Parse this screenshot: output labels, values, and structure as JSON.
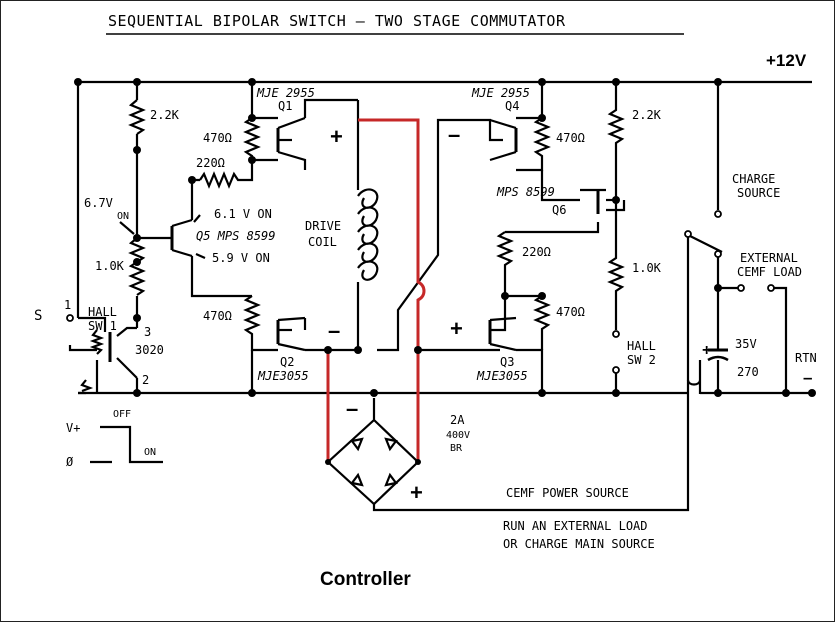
{
  "title": "SEQUENTIAL BIPOLAR SWITCH – TWO STAGE COMMUTATOR",
  "caption": "Controller",
  "supply": {
    "positive": "+12V",
    "return": "RTN"
  },
  "transistors": {
    "q1_part": "MJE 2955",
    "q1_ref": "Q1",
    "q4_part": "MJE 2955",
    "q4_ref": "Q4",
    "q2_part": "MJE3055",
    "q2_ref": "Q2",
    "q3_part": "MJE3055",
    "q3_ref": "Q3",
    "q5_label": "Q5 MPS 8599",
    "q6_part": "MPS 8599",
    "q6_ref": "Q6"
  },
  "resistors": {
    "r_top_left": "2.2K",
    "r_mid_left": "1.0K",
    "r_q1_be": "470Ω",
    "r_q1_base": "220Ω",
    "r_q2_be": "470Ω",
    "r_top_right": "2.2K",
    "r_mid_right": "1.0K",
    "r_q4_be": "470Ω",
    "r_q3_base": "220Ω",
    "r_q3_be": "470Ω"
  },
  "voltages": {
    "v_67": "6.7V",
    "v_on": "ON",
    "v_61": "6.1 V ON",
    "v_59": "5.9 V ON"
  },
  "coil": {
    "line1": "DRIVE",
    "line2": "COIL"
  },
  "hall1": {
    "line1": "HALL",
    "line2": "SW 1",
    "part": "3020",
    "pin1": "1",
    "pin2": "2",
    "pin3": "3",
    "s_label": "S"
  },
  "hall2": {
    "line1": "HALL",
    "line2": "SW 2"
  },
  "bridge": {
    "line1": "2A",
    "line2": "400V",
    "line3": "BR",
    "plus": "+",
    "minus": "–"
  },
  "charge_source": {
    "line1": "CHARGE",
    "line2": "SOURCE"
  },
  "external_load": {
    "line1": "EXTERNAL",
    "line2": "CEMF LOAD"
  },
  "capacitor": {
    "voltage": "35V",
    "value": "270"
  },
  "cemf_power_source": "CEMF POWER SOURCE",
  "note": {
    "line1": "RUN AN EXTERNAL LOAD",
    "line2": "OR CHARGE MAIN SOURCE"
  },
  "timing": {
    "v_plus": "V+",
    "zero": "Ø",
    "off": "OFF",
    "on": "ON"
  },
  "coil_polarity": {
    "left_plus": "+",
    "left_minus": "–",
    "right_minus": "–",
    "right_plus": "+"
  },
  "colors": {
    "wire": "#000000",
    "highlight": "#c62828",
    "background": "#ffffff"
  }
}
